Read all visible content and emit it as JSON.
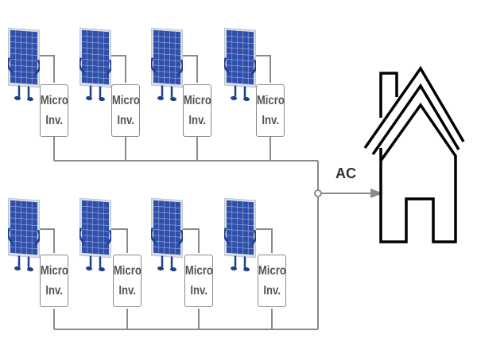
{
  "inverters": [
    {
      "line1": "Micro",
      "line2": "Inv."
    },
    {
      "line1": "Micro",
      "line2": "Inv."
    },
    {
      "line1": "Micro",
      "line2": "Inv."
    },
    {
      "line1": "Micro",
      "line2": "Inv."
    },
    {
      "line1": "Micro",
      "line2": "Inv."
    },
    {
      "line1": "Micro",
      "line2": "Inv."
    },
    {
      "line1": "Micro",
      "line2": "Inv."
    },
    {
      "line1": "Micro",
      "line2": "Inv."
    }
  ],
  "ac_label": "AC",
  "colors": {
    "panel_fill": "#2f4fa8",
    "panel_grid": "#9fb2e6",
    "panel_frame": "#d8dde8",
    "leg": "#1e3f8a",
    "wire": "#8a8a8a",
    "house_outline": "#000000"
  }
}
